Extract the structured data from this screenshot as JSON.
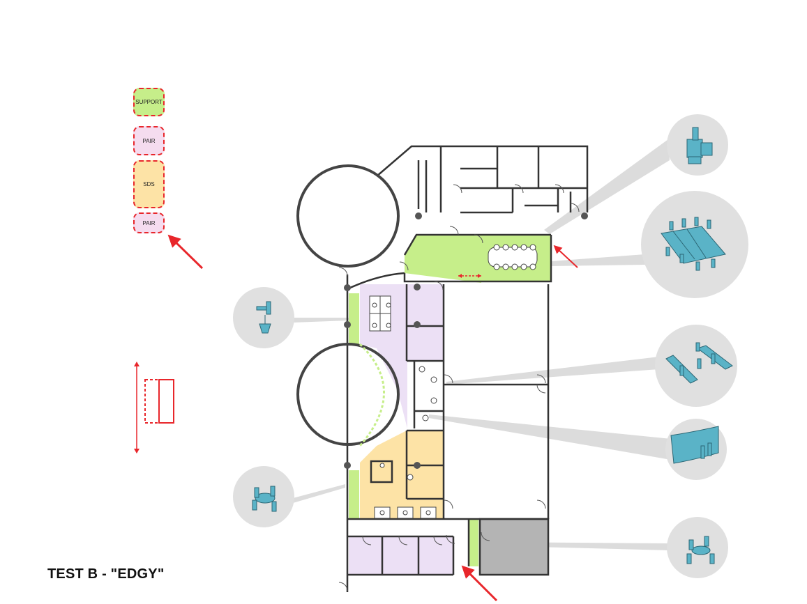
{
  "title": "TEST B - \"EDGY\"",
  "legend": {
    "support": "SUPPORT",
    "pair_top": "PAIR",
    "sds": "SDS",
    "pair_bottom": "PAIR"
  },
  "colors": {
    "support": "#c6ee8a",
    "pair": "#f5dcef",
    "sds": "#fde3a6",
    "zone_purple": "#ece0f5",
    "zone_orange": "#fde3a6",
    "zone_green": "#c6ee8a",
    "room_grey": "#b0b0b0",
    "wall": "#333333",
    "marker_red": "#e8262b",
    "callout_circle": "#e0e0e0",
    "furniture": "#5ab3c7"
  },
  "icons": [
    "copier-icon",
    "conference-table-icon",
    "desk-chair-icon",
    "workstation-bench-icon",
    "curved-panel-icon",
    "round-table-icon",
    "cafe-table-icon"
  ]
}
